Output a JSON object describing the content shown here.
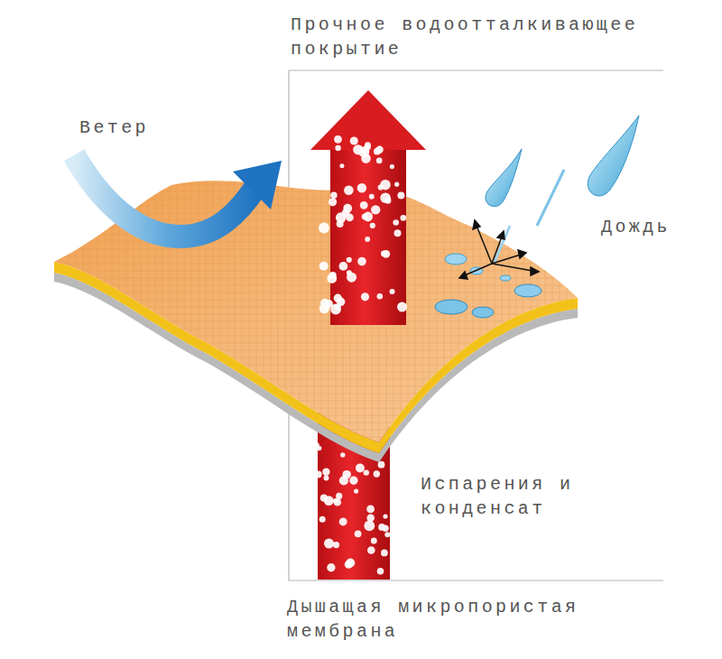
{
  "diagram": {
    "labels": [
      "Прочное водоотталкивающее покрытие",
      "Ветер",
      "Дождь",
      "Испарения и конденсат",
      "Дышащая микропористая мембрана"
    ]
  }
}
